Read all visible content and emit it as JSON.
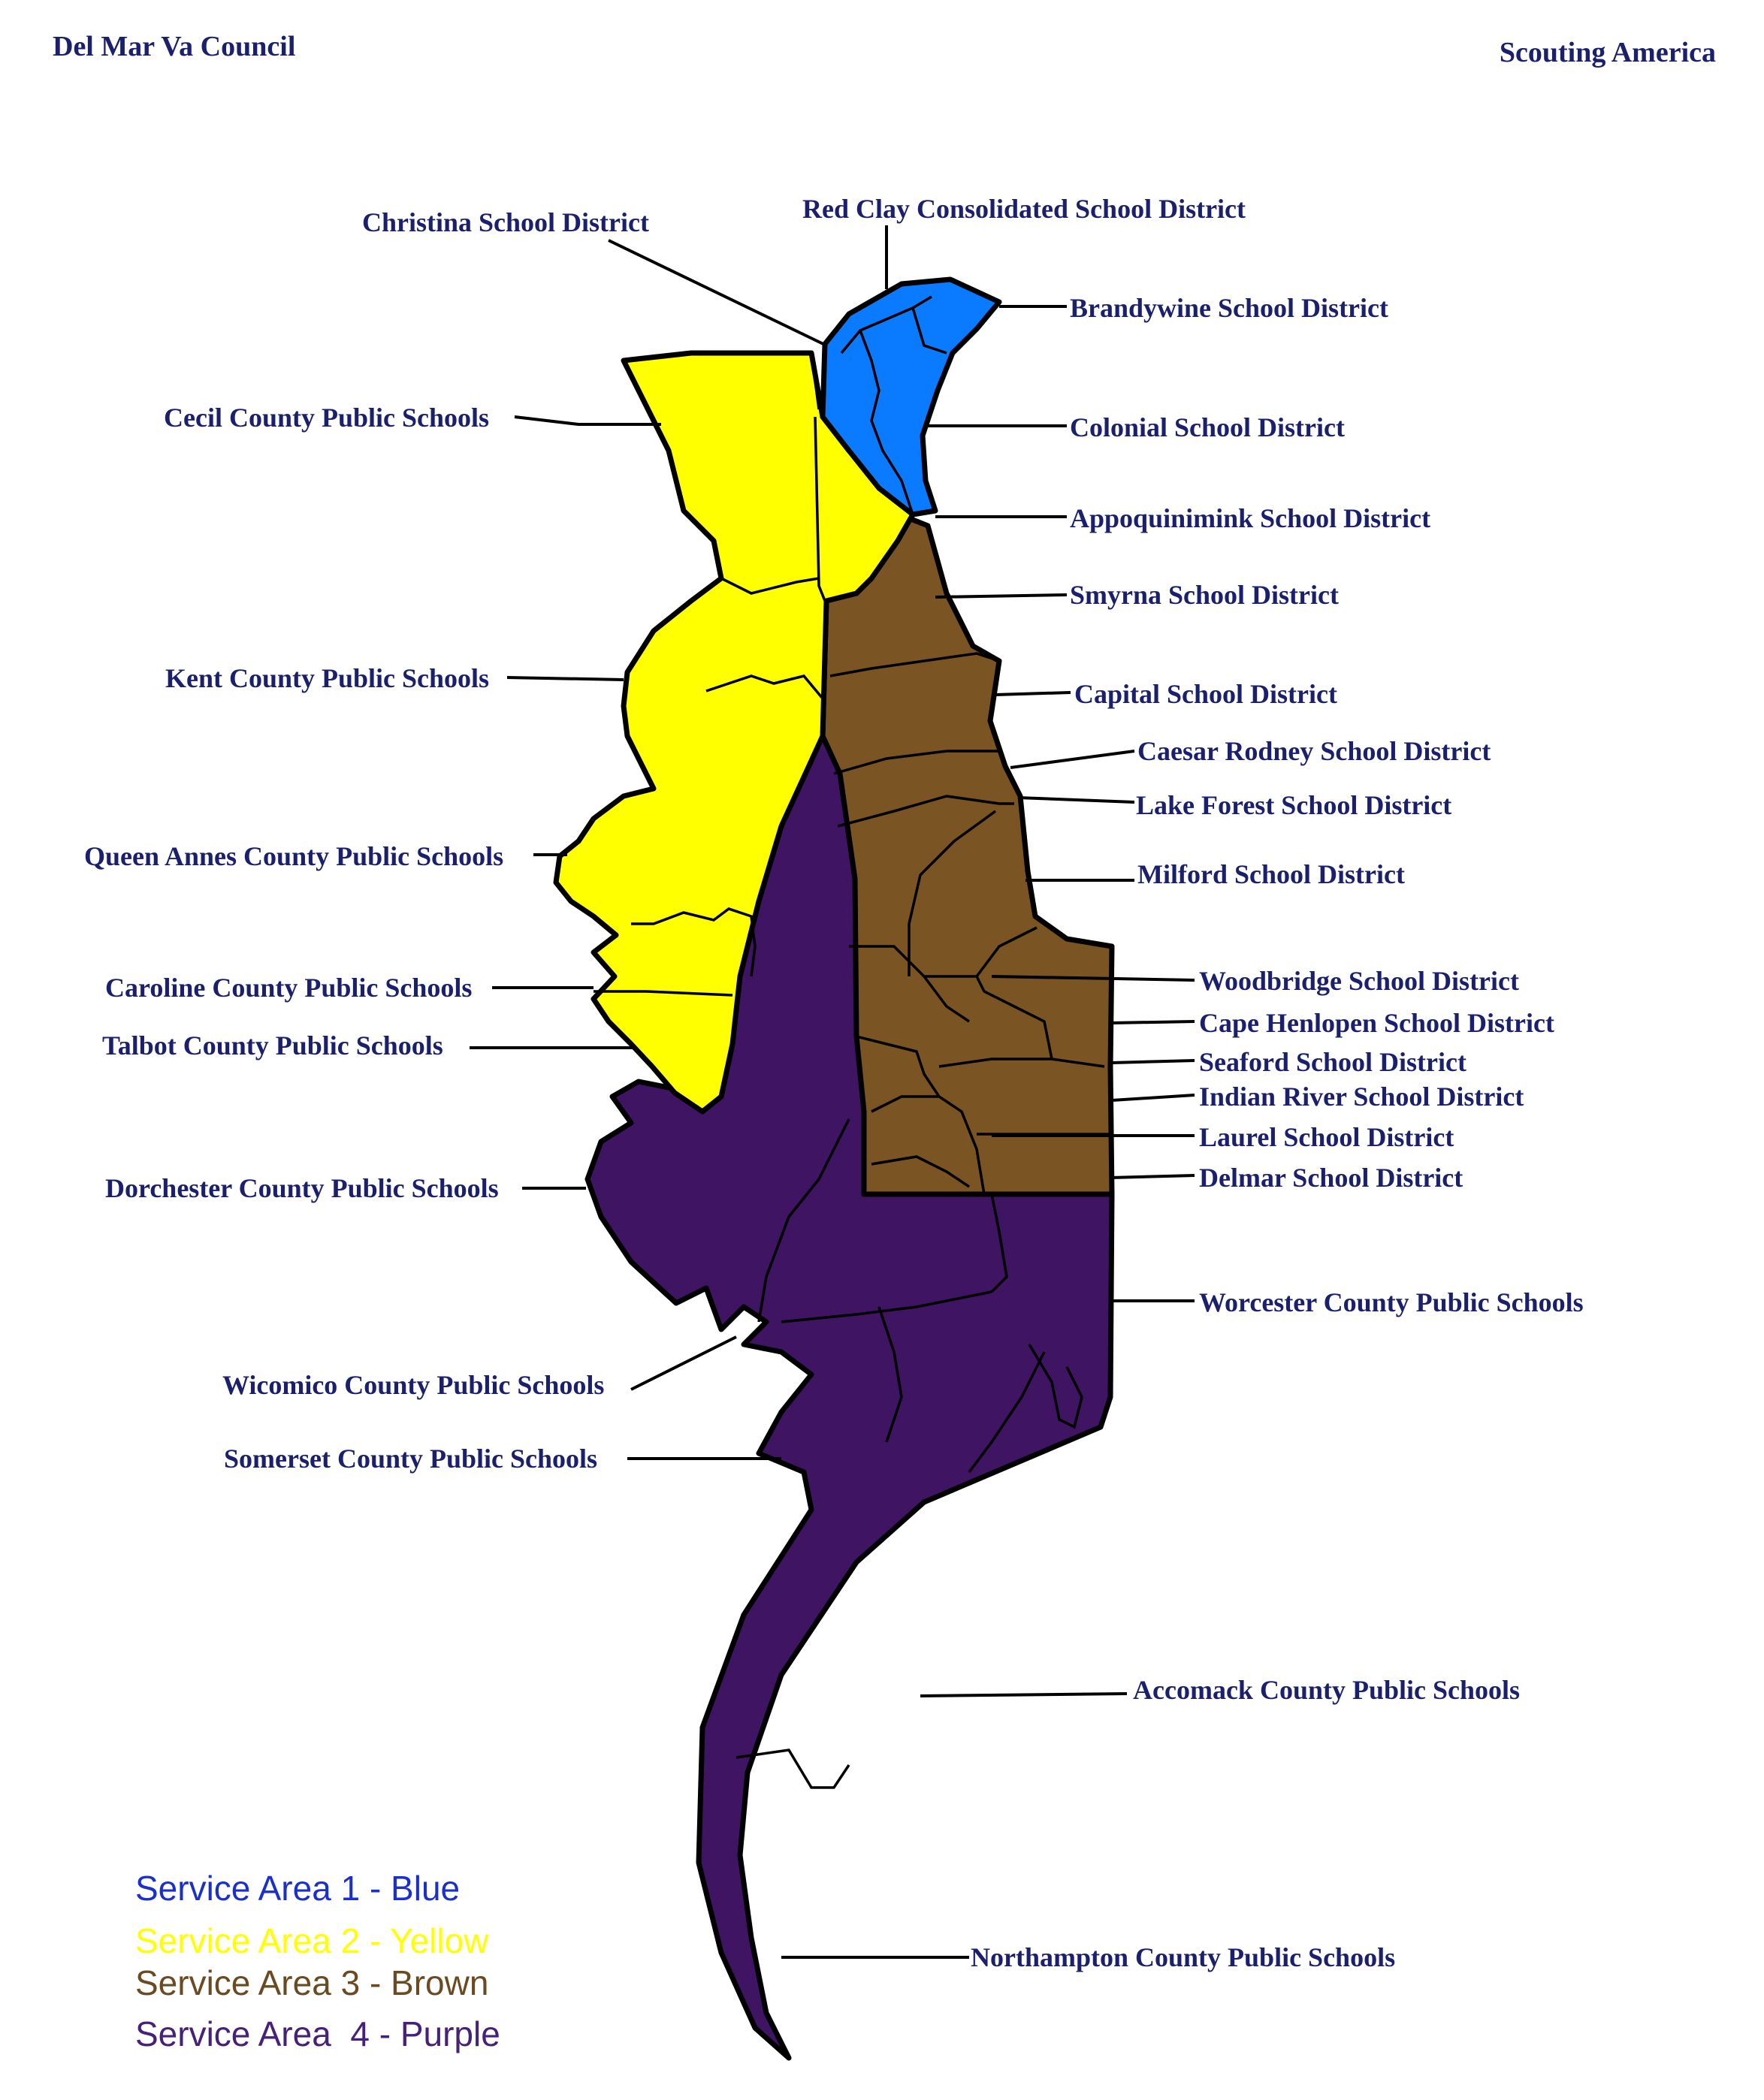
{
  "header": {
    "left_title": "Del Mar Va Council",
    "right_title": "Scouting America"
  },
  "colors": {
    "area1": "#0a7bff",
    "area2": "#ffff00",
    "area3": "#7a5422",
    "area4": "#3f1462",
    "label": "#1a1f6e"
  },
  "labels": {
    "christina": "Christina School District",
    "red_clay": "Red Clay Consolidated School District",
    "brandywine": "Brandywine School District",
    "cecil": "Cecil County Public Schools",
    "colonial": "Colonial School District",
    "appoquinimink": "Appoquinimink School District",
    "smyrna": "Smyrna School District",
    "kent": "Kent County Public Schools",
    "capital": "Capital School District",
    "caesar_rodney": "Caesar Rodney School District",
    "lake_forest": "Lake Forest School District",
    "queen_annes": "Queen  Annes County Public Schools",
    "milford": "Milford School District",
    "caroline": "Caroline County Public Schools",
    "woodbridge": "Woodbridge School District",
    "cape_henlopen": "Cape Henlopen School District",
    "talbot": "Talbot County Public Schools",
    "seaford": "Seaford School District",
    "indian_river": "Indian River School District",
    "laurel": "Laurel School District",
    "dorchester": "Dorchester County Public Schools",
    "delmar": "Delmar School District",
    "worcester": "Worcester County Public Schools",
    "wicomico": "Wicomico County Public Schools",
    "somerset": "Somerset County Public Schools",
    "accomack": "Accomack County Public Schools",
    "northampton": "Northampton County Public Schools"
  },
  "legend": {
    "area1": "Service Area 1 - Blue",
    "area2": "Service Area 2 - Yellow",
    "area3": "Service Area 3 - Brown",
    "area4": "Service Area  4 - Purple"
  }
}
